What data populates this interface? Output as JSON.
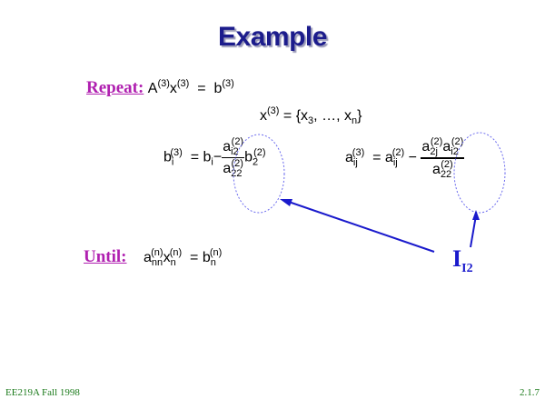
{
  "title": "Example",
  "repeat": {
    "label": "Repeat:",
    "eq1": {
      "A": "A",
      "A_sup": "(3)",
      "x": "x",
      "x_sup": "(3)",
      "eq": "=",
      "b": "b",
      "b_sup": "(3)"
    },
    "eq2": {
      "x": "x",
      "x_sup": "(3)",
      "rhs": "= {x",
      "x3_sub": "3",
      "mid": ", …, x",
      "xn_sub": "n",
      "end": "}"
    },
    "eq3": {
      "b": "b",
      "b_sub": "i",
      "b_sup": "(3)",
      "eq": "= b",
      "bi_sub": "i",
      "minus": "−",
      "num": "a",
      "num_sub": "i2",
      "num_sup": "(2)",
      "den": "a",
      "den_sub": "22",
      "den_sup": "(2)",
      "b2": "b",
      "b2_sub": "2",
      "b2_sup": "(2)"
    },
    "eq4": {
      "a": "a",
      "a_sub": "ij",
      "a_sup": "(3)",
      "eq": "= a",
      "aij_sub": "ij",
      "aij_sup": "(2)",
      "minus": "−",
      "n1": "a",
      "n1_sub": "2j",
      "n1_sup": "(2)",
      "n2": "a",
      "n2_sub": "i2",
      "n2_sup": "(2)",
      "den": "a",
      "den_sub": "22",
      "den_sup": "(2)"
    }
  },
  "until": {
    "label": "Until:",
    "a": "a",
    "a_sub": "nn",
    "a_sup": "(n)",
    "x": "x",
    "x_sub": "n",
    "x_sup": "(n)",
    "eq": "= b",
    "b_sub": "n",
    "b_sup": "(n)"
  },
  "annotation": {
    "main": "I",
    "sub": "I2"
  },
  "footer": {
    "left": "EE219A Fall 1998",
    "right": "2.1.7"
  }
}
